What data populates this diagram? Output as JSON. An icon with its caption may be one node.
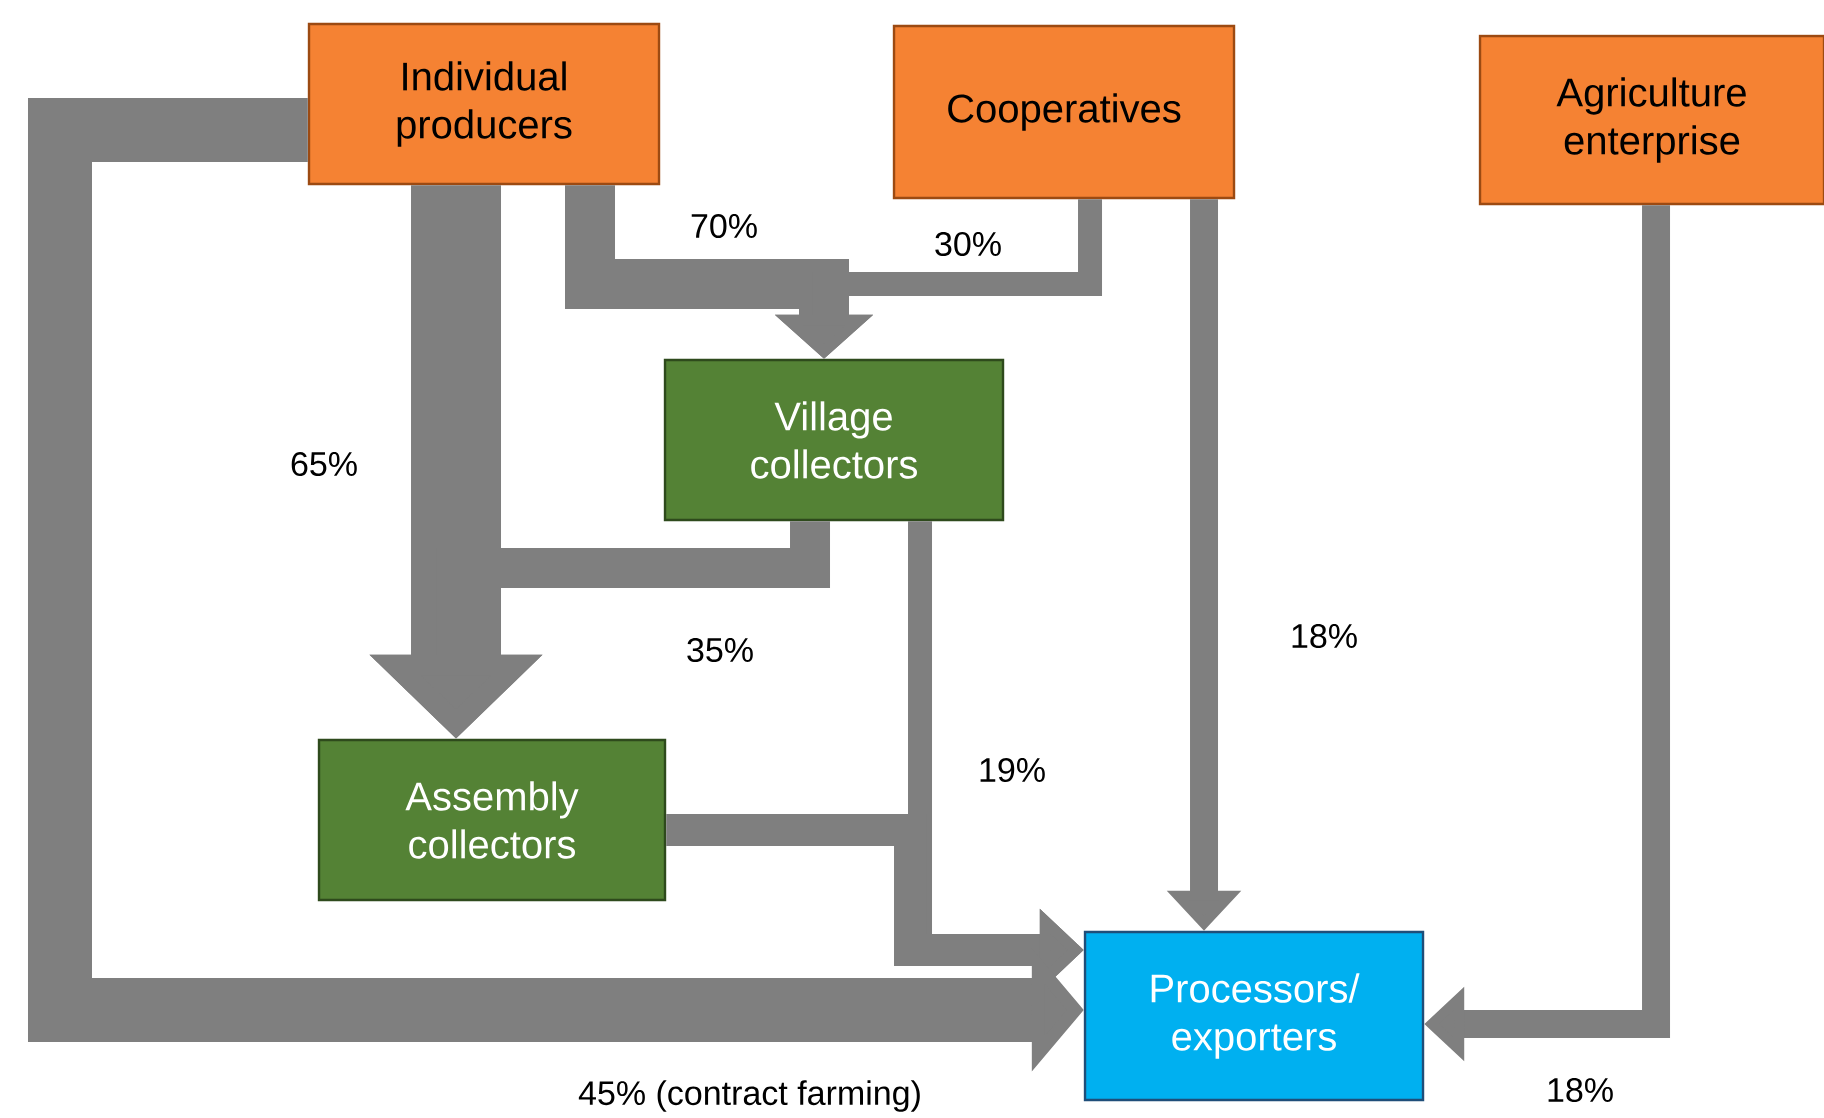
{
  "diagram": {
    "nodes": [
      {
        "text": [
          "Individual producers"
        ]
      },
      {
        "text": [
          "Cooperatives"
        ]
      },
      {
        "text": [
          "Agriculture enterprise"
        ]
      },
      {
        "text": [
          "Village collectors"
        ]
      },
      {
        "text": [
          "Assembly collectors"
        ]
      },
      {
        "text": [
          "Processors/ exporters"
        ]
      }
    ],
    "edges": [
      {
        "from": 0,
        "to": 3,
        "arrow": "to",
        "label": "70%"
      },
      {
        "from": 1,
        "to": 3,
        "arrow": "to",
        "label": "30%"
      },
      {
        "from": 0,
        "to": 4,
        "arrow": "to",
        "label": "65%",
        "style": "thick"
      },
      {
        "from": 3,
        "to": 4,
        "arrow": "to",
        "label": "35%"
      },
      {
        "from": 3,
        "to": 5,
        "arrow": "to",
        "label": "19%"
      },
      {
        "from": 4,
        "to": 5,
        "arrow": "to"
      },
      {
        "from": 1,
        "to": 5,
        "arrow": "to",
        "label": "18%"
      },
      {
        "from": 2,
        "to": 5,
        "arrow": "to",
        "label": "18%"
      },
      {
        "from": 0,
        "to": 5,
        "arrow": "to",
        "label": "45% (contract farming)",
        "style": "thick"
      }
    ]
  }
}
